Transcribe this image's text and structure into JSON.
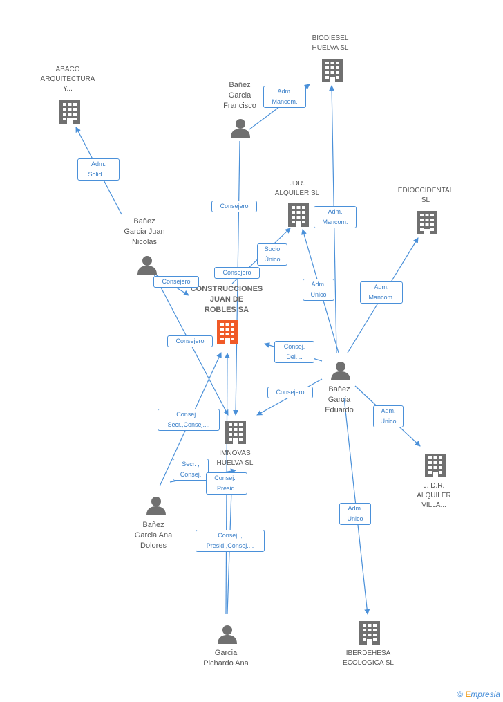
{
  "colors": {
    "edge": "#4a90d9",
    "node": "#707070",
    "focus": "#f05a28"
  },
  "nodes": {
    "abaco": {
      "lines": [
        "ABACO",
        "ARQUITECTURA",
        "Y..."
      ],
      "type": "company"
    },
    "biodiesel": {
      "lines": [
        "BIODIESEL",
        "HUELVA SL"
      ],
      "type": "company"
    },
    "fbanez": {
      "lines": [
        "Bañez",
        "Garcia",
        "Francisco"
      ],
      "type": "person"
    },
    "jnicolas": {
      "lines": [
        "Bañez",
        "Garcia Juan",
        "Nicolas"
      ],
      "type": "person"
    },
    "jdr": {
      "lines": [
        "JDR.",
        "ALQUILER SL"
      ],
      "type": "company"
    },
    "edio": {
      "lines": [
        "EDIOCCIDENTAL",
        "SL"
      ],
      "type": "company"
    },
    "construcciones": {
      "lines": [
        "CONSTRUCCIONES",
        "JUAN DE",
        "ROBLES SA"
      ],
      "type": "focus"
    },
    "eduardo": {
      "lines": [
        "Bañez",
        "Garcia",
        "Eduardo"
      ],
      "type": "person"
    },
    "imnovas": {
      "lines": [
        "IMNOVAS",
        "HUELVA SL"
      ],
      "type": "company"
    },
    "jdrvilla": {
      "lines": [
        "J. D.R.",
        "ALQUILER",
        "VILLA..."
      ],
      "type": "company"
    },
    "anadolores": {
      "lines": [
        "Bañez",
        "Garcia Ana",
        "Dolores"
      ],
      "type": "person"
    },
    "pichardo": {
      "lines": [
        "Garcia",
        "Pichardo Ana"
      ],
      "type": "person"
    },
    "iberdehesa": {
      "lines": [
        "IBERDEHESA",
        "ECOLOGICA SL"
      ],
      "type": "company"
    }
  },
  "edge_labels": {
    "adm_mancom_bio": [
      "Adm.",
      "Mancom."
    ],
    "adm_solid": [
      "Adm.",
      "Solid...."
    ],
    "consejero_f": [
      "Consejero"
    ],
    "socio_unico": [
      "Socio",
      "Único"
    ],
    "consejero_f2": [
      "Consejero"
    ],
    "adm_mancom_e": [
      "Adm.",
      "Mancom."
    ],
    "consejero_j": [
      "Consejero"
    ],
    "adm_unico_jdr": [
      "Adm.",
      "Unico"
    ],
    "adm_mancom_edio": [
      "Adm.",
      "Mancom."
    ],
    "consejero_j2": [
      "Consejero"
    ],
    "consej_del": [
      "Consej.",
      "Del...."
    ],
    "consejero_e": [
      "Consejero"
    ],
    "consej_secr": [
      "Consej. ,",
      "Secr.,Consej...."
    ],
    "adm_unico_villa": [
      "Adm.",
      "Unico"
    ],
    "secr_consej": [
      "Secr. ,",
      "Consej."
    ],
    "consej_presid": [
      "Consej. ,",
      "Presid."
    ],
    "adm_unico_iber": [
      "Adm.",
      "Unico"
    ],
    "consej_presid2": [
      "Consej. ,",
      "Presid.,Consej...."
    ]
  },
  "footer": {
    "copyright": "©",
    "brand_e": "E",
    "brand_rest": "mpresia"
  }
}
